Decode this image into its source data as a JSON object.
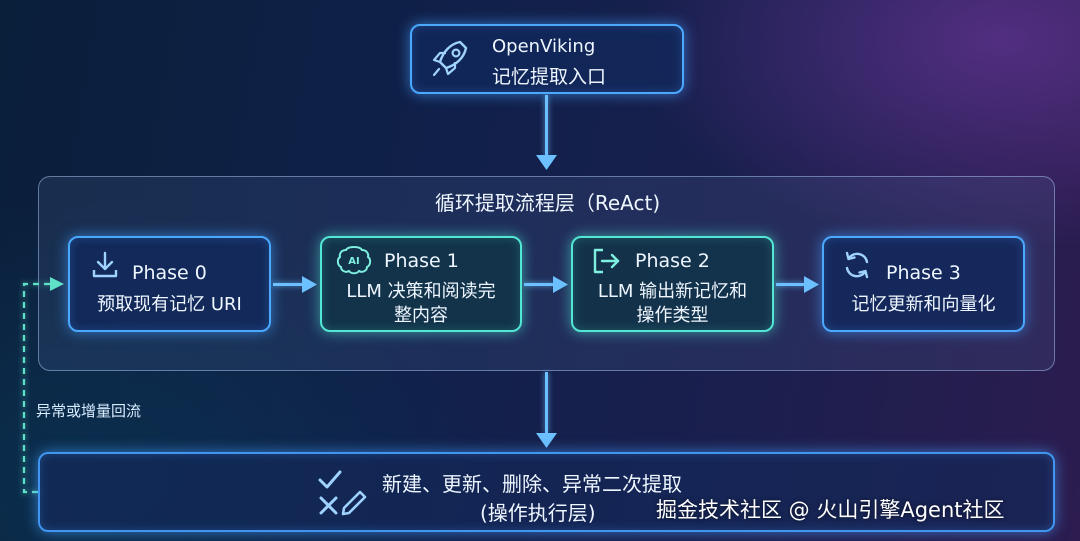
{
  "entry": {
    "title": "OpenViking",
    "subtitle": "记忆提取入口",
    "icon": "rocket-icon"
  },
  "loop_layer": {
    "title": "循环提取流程层（ReAct)"
  },
  "phases": [
    {
      "title": "Phase 0",
      "desc_line1": "预取现有记忆 URI",
      "desc_line2": "",
      "icon": "download-icon",
      "accent": "#4aa8ff"
    },
    {
      "title": "Phase 1",
      "desc_line1": "LLM 决策和阅读完",
      "desc_line2": "整内容",
      "icon": "ai-brain-icon",
      "accent": "#52e6d4"
    },
    {
      "title": "Phase 2",
      "desc_line1": "LLM 输出新记忆和",
      "desc_line2": "操作类型",
      "icon": "output-icon",
      "accent": "#52e6d4"
    },
    {
      "title": "Phase 3",
      "desc_line1": "记忆更新和向量化",
      "desc_line2": "",
      "icon": "refresh-icon",
      "accent": "#4aa8ff"
    }
  ],
  "feedback_label": "异常或增量回流",
  "execution_layer": {
    "line1": "新建、更新、删除、异常二次提取",
    "line2": "(操作执行层)",
    "icon": "check-edit-icon"
  },
  "watermark": "掘金技术社区 @ 火山引擎Agent社区",
  "colors": {
    "blue_glow": "#4aa8ff",
    "teal_glow": "#52e6d4",
    "arrow": "#6cc0ff",
    "feedback_dashed": "#5fe0c8"
  }
}
